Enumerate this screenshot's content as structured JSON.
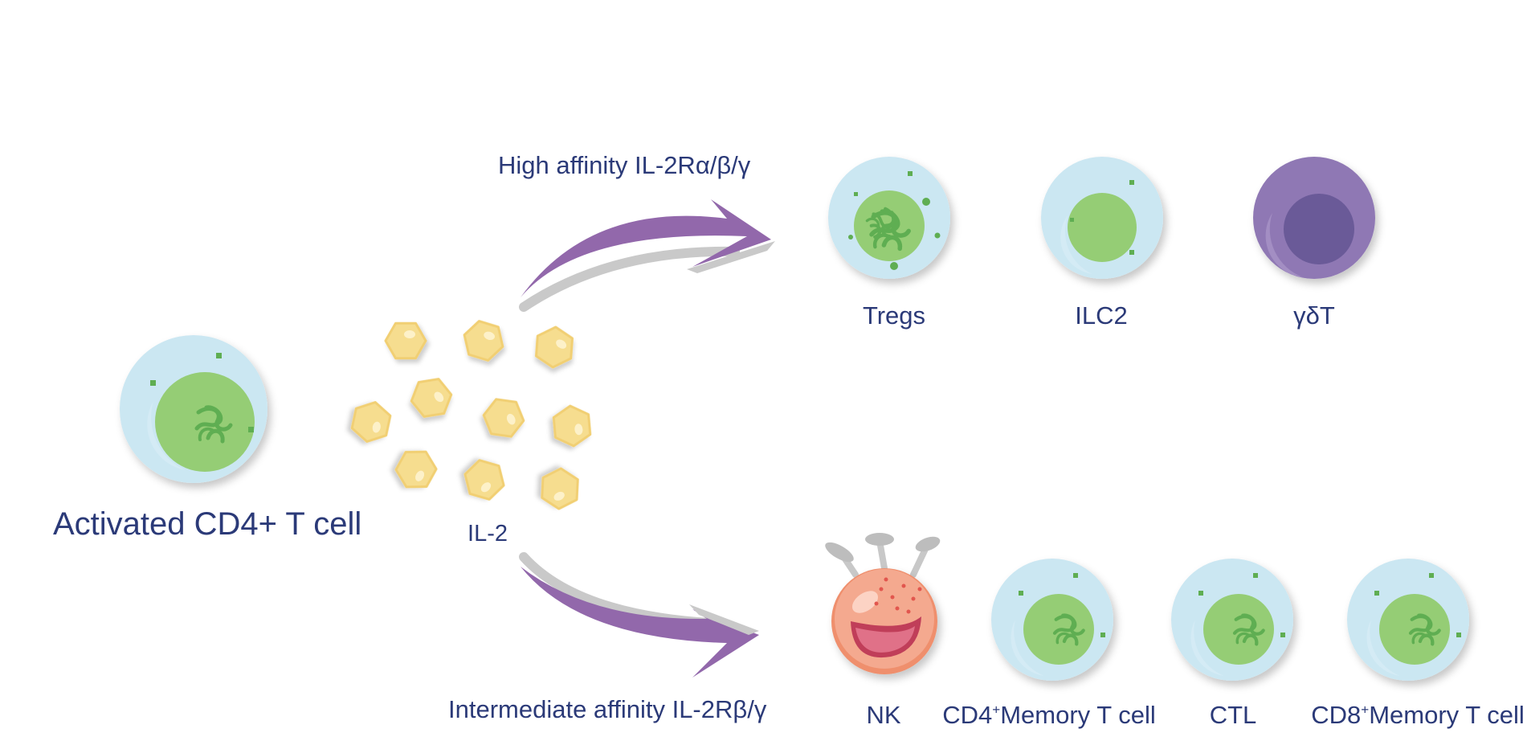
{
  "source_cell": {
    "label": "Activated CD4+ T cell"
  },
  "cytokine": {
    "label": "IL-2"
  },
  "pathways": {
    "high": {
      "label": "High affinity IL-2Rα/β/γ"
    },
    "intermediate": {
      "label": "Intermediate affinity IL-2Rβ/γ"
    }
  },
  "targets_high": [
    {
      "label": "Tregs"
    },
    {
      "label": "ILC2"
    },
    {
      "label": "γδT"
    }
  ],
  "targets_intermediate": [
    {
      "label": "NK"
    },
    {
      "prefix": "CD4",
      "sup": "+",
      "suffix": "Memory T cell"
    },
    {
      "label": "CTL"
    },
    {
      "prefix": "CD8",
      "sup": "+",
      "suffix": "Memory T cell"
    }
  ],
  "colors": {
    "text": "#2b3a78",
    "arrow": "#9268ab",
    "cell_membrane": "#cbe7f2",
    "nucleus": "#95cd75",
    "il2": "#f6dd8f",
    "gd_t_cell": "#8f78b4",
    "nk_cell": "#f2a38e"
  }
}
